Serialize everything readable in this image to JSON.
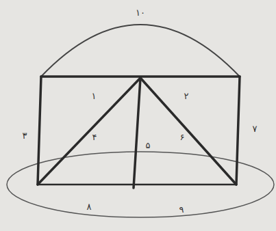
{
  "diagram": {
    "labels": [
      "۱",
      "۲",
      "۳",
      "۴",
      "۵",
      "۶",
      "۷",
      "۸",
      "۹",
      "۱۰"
    ]
  }
}
